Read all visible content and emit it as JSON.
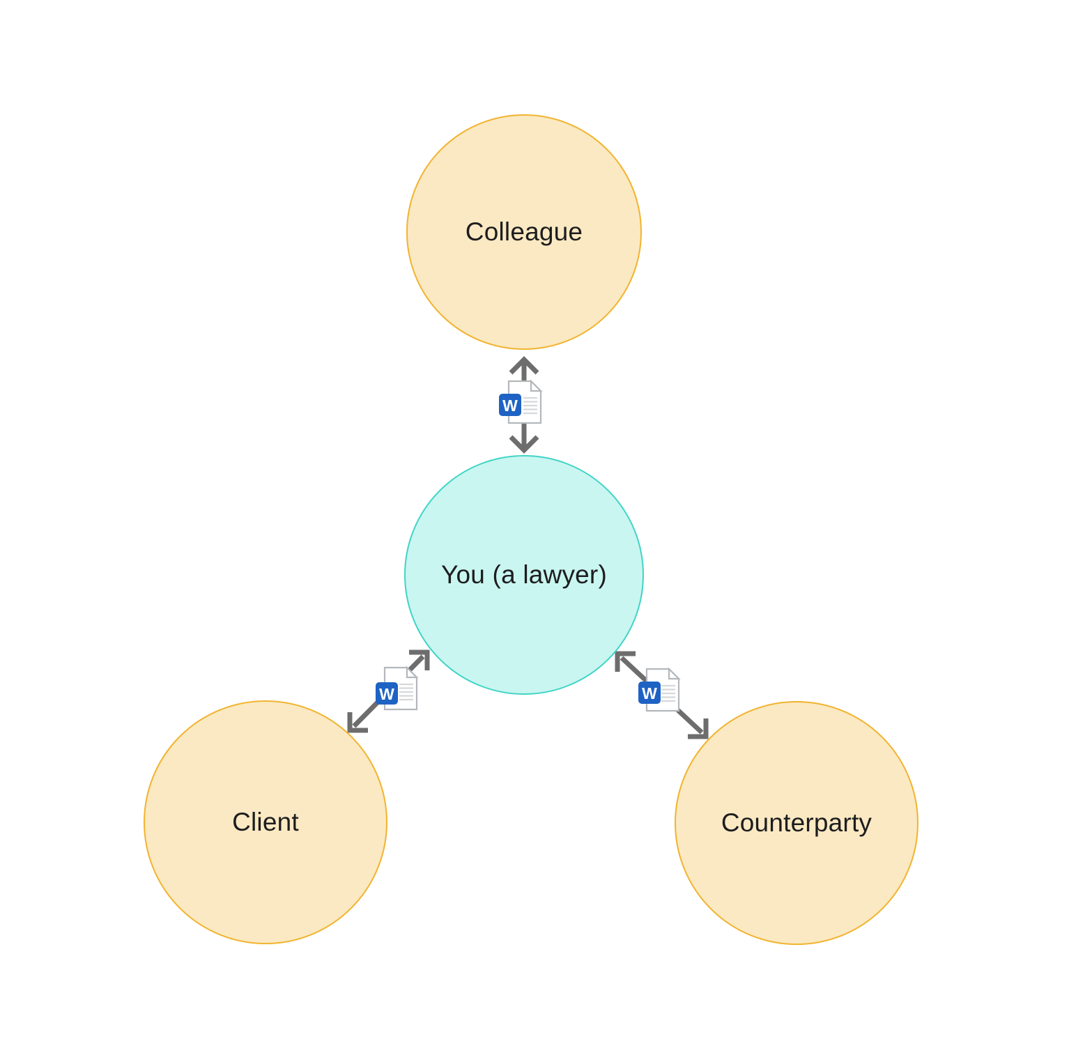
{
  "diagram": {
    "nodes": [
      {
        "id": "colleague",
        "label": "Colleague",
        "kind": "party"
      },
      {
        "id": "you",
        "label": "You (a lawyer)",
        "kind": "self"
      },
      {
        "id": "client",
        "label": "Client",
        "kind": "party"
      },
      {
        "id": "counterparty",
        "label": "Counterparty",
        "kind": "party"
      }
    ],
    "edges": [
      {
        "from": "you",
        "to": "colleague",
        "direction": "bidirectional",
        "icon": "word-document-icon"
      },
      {
        "from": "you",
        "to": "client",
        "direction": "bidirectional",
        "icon": "word-document-icon"
      },
      {
        "from": "you",
        "to": "counterparty",
        "direction": "bidirectional",
        "icon": "word-document-icon"
      }
    ],
    "word_icon": {
      "name": "word-document-icon",
      "letter": "W"
    },
    "colors": {
      "background": "#FFFFFF",
      "party_fill": "#FAE9C2",
      "party_border": "#F2B32F",
      "self_fill": "#C9F6F0",
      "self_border": "#3FD4C6",
      "arrow": "#6D6D6D",
      "word_blue": "#1E63C4",
      "word_letter": "#FFFFFF",
      "page_fill": "#FFFFFF",
      "page_border": "#B4B8BC",
      "page_lines": "#D6D8DA",
      "label_text": "#1D1D1F"
    }
  }
}
